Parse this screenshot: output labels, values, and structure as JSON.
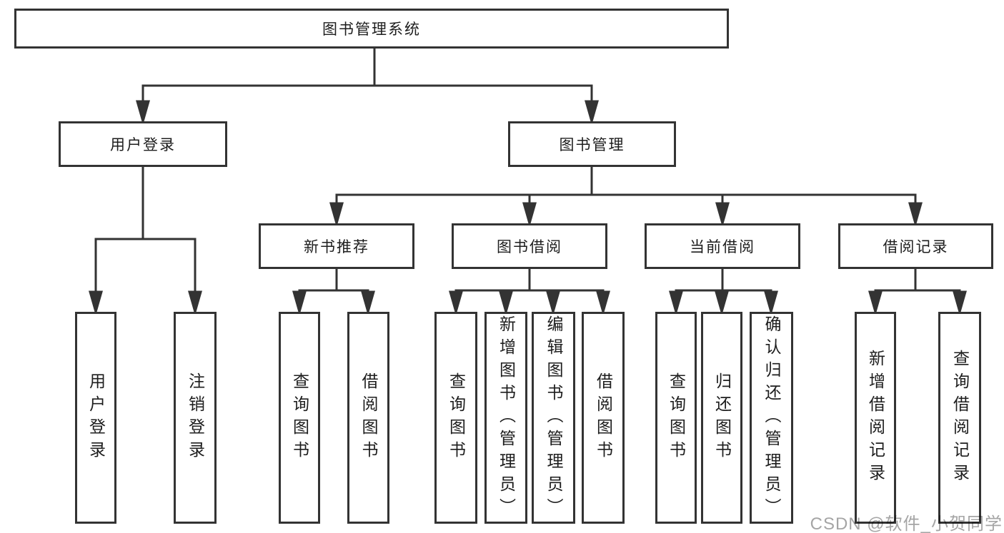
{
  "diagram": {
    "root": {
      "label": "图书管理系统"
    },
    "children": [
      {
        "label": "用户登录",
        "children": [
          {
            "label": "用户登录"
          },
          {
            "label": "注销登录"
          }
        ]
      },
      {
        "label": "图书管理",
        "children": [
          {
            "label": "新书推荐",
            "children": [
              {
                "label": "查询图书"
              },
              {
                "label": "借阅图书"
              }
            ]
          },
          {
            "label": "图书借阅",
            "children": [
              {
                "label": "查询图书"
              },
              {
                "label": "新增图书（管理员）"
              },
              {
                "label": "编辑图书（管理员）"
              },
              {
                "label": "借阅图书"
              }
            ]
          },
          {
            "label": "当前借阅",
            "children": [
              {
                "label": "查询图书"
              },
              {
                "label": "归还图书"
              },
              {
                "label": "确认归还（管理员）"
              }
            ]
          },
          {
            "label": "借阅记录",
            "children": [
              {
                "label": "新增借阅记录"
              },
              {
                "label": "查询借阅记录"
              }
            ]
          }
        ]
      }
    ]
  },
  "watermark": {
    "text": "CSDN @软件_小贺同学"
  },
  "colors": {
    "line": "#333333",
    "border": "#333333",
    "text": "#1d1d1d",
    "background": "#ffffff",
    "watermark": "#a5a5a5"
  }
}
